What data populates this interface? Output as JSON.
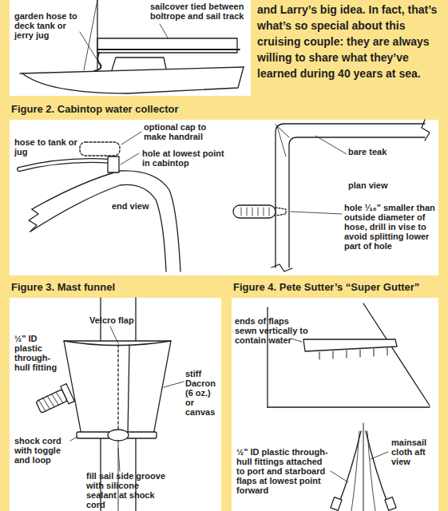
{
  "diagram": {
    "nodes": [
      {
        "text": [
          "Figure 2. Cabintop water collector"
        ]
      },
      {
        "text": [
          "Figure 3. Mast funnel"
        ]
      },
      {
        "text": [
          "Figure 4. Pete Sutter’s “Super Gutter”"
        ]
      }
    ],
    "labels": [
      "garden hose to deck tank or jerry jug",
      "sailcover tied between boltrope and sail track",
      "and Larry’s big idea. In fact, that’s what’s so special about this cruising couple: they are always willing to share what they’ve learned during 40 years at sea.",
      "optional cap to make handrail",
      "hose to tank or jug",
      "hole at lowest point in cabintop",
      "end view",
      "bare teak",
      "plan view",
      "hole ¹⁄₁₆\" smaller than outside diameter of hose, drill in vise to avoid splitting lower part of hole",
      "Velcro flap",
      "½\" ID plastic through-hull fitting",
      "stiff Dacron (6 oz.) or canvas",
      "shock cord with toggle and loop",
      "fill sail side groove with silicone sealant at shock cord",
      "ends of flaps sewn vertically to contain water",
      "mainsail cloth aft view",
      "½\" ID plastic through-hull fittings attached to port and starboard flaps at lowest point forward"
    ]
  }
}
